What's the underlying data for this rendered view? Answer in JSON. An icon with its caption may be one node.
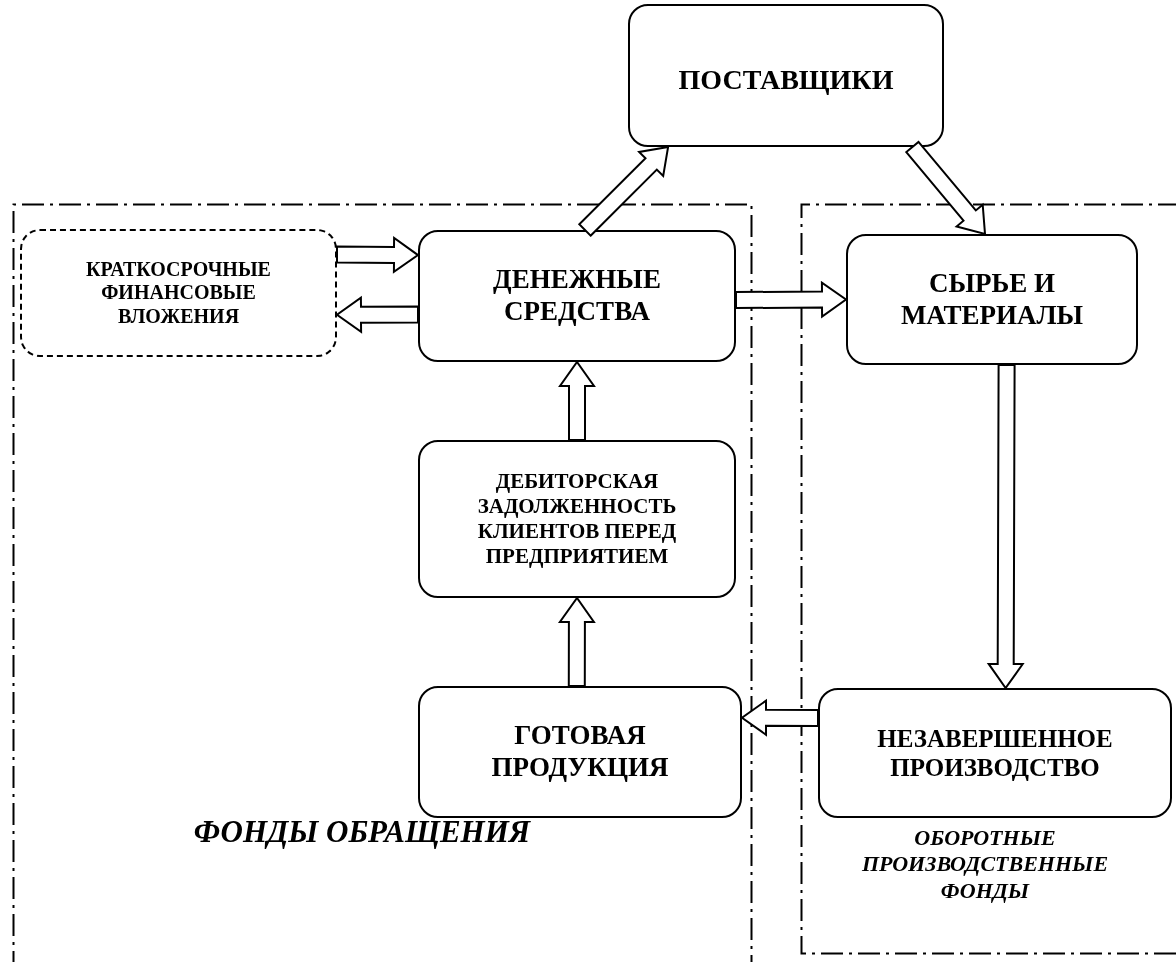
{
  "diagram": {
    "nodes": [
      {
        "text": [
          "ПОСТАВЩИКИ"
        ]
      },
      {
        "text": [
          "ФОНДЫ ОБРАЩЕНИЯ"
        ]
      },
      {
        "text": [
          "КРАТКОСРОЧНЫЕ ФИНАНСОВЫЕ ВЛОЖЕНИЯ"
        ],
        "in": 1
      },
      {
        "text": [
          "ДЕНЕЖНЫЕ СРЕДСТВА"
        ],
        "in": 1
      },
      {
        "text": [
          "ДЕБИТОРСКАЯ ЗАДОЛЖЕННОСТЬ КЛИЕНТОВ ПЕРЕД ПРЕДПРИЯТИЕМ"
        ],
        "in": 1
      },
      {
        "text": [
          "ГОТОВАЯ ПРОДУКЦИЯ"
        ],
        "in": 1
      },
      {
        "text": [
          "ОБОРОТНЫЕ ПРОИЗВОДСТВЕННЫЕ ФОНДЫ"
        ]
      },
      {
        "text": [
          "СЫРЬЕ И МАТЕРИАЛЫ"
        ],
        "in": 6
      },
      {
        "text": [
          "НЕЗАВЕРШЕННОЕ ПРОИЗВОДСТВО"
        ],
        "in": 6
      }
    ],
    "edges": [
      {
        "from": 3,
        "to": 0,
        "arrow": "to"
      },
      {
        "from": 0,
        "to": 7,
        "arrow": "to"
      },
      {
        "from": 2,
        "to": 3,
        "arrow": "to"
      },
      {
        "from": 3,
        "to": 2,
        "arrow": "to"
      },
      {
        "from": 3,
        "to": 7,
        "arrow": "to"
      },
      {
        "from": 7,
        "to": 8,
        "arrow": "to"
      },
      {
        "from": 8,
        "to": 5,
        "arrow": "to"
      },
      {
        "from": 5,
        "to": 4,
        "arrow": "to"
      },
      {
        "from": 4,
        "to": 3,
        "arrow": "to"
      }
    ]
  }
}
